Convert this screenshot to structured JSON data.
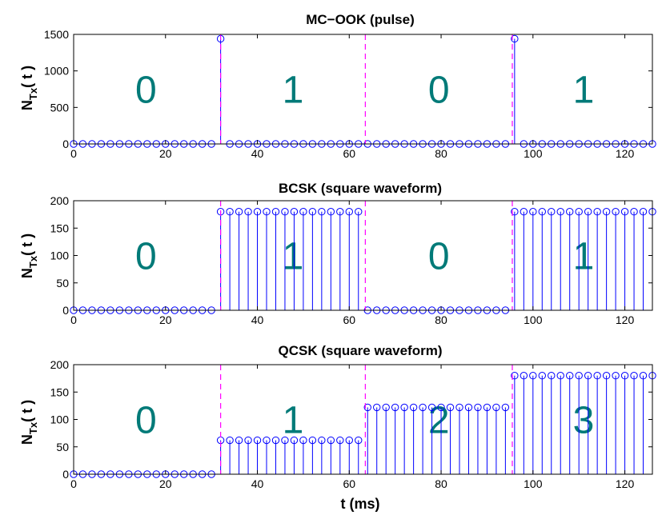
{
  "chart_data": [
    {
      "type": "stem",
      "title": "MC−OOK (pulse)",
      "xlabel": "",
      "ylabel": {
        "main": "N",
        "sub": "Tx",
        "suffix": "( t )"
      },
      "xlim": [
        0,
        126
      ],
      "ylim": [
        0,
        1500
      ],
      "xticks": [
        0,
        20,
        40,
        60,
        80,
        100,
        120
      ],
      "yticks": [
        0,
        500,
        1000,
        1500
      ],
      "symbol_boundaries": [
        32,
        63.5,
        95.5
      ],
      "symbols": [
        {
          "label": "0",
          "x_center": 15.75
        },
        {
          "label": "1",
          "x_center": 47.75
        },
        {
          "label": "0",
          "x_center": 79.5
        },
        {
          "label": "1",
          "x_center": 111
        }
      ],
      "stems": {
        "x_start": 0,
        "x_end": 126,
        "step": 2,
        "segments": [
          {
            "from": 0,
            "to": 31,
            "value": 0
          },
          {
            "from": 32,
            "to": 32,
            "value": 1440
          },
          {
            "from": 33,
            "to": 95,
            "value": 0
          },
          {
            "from": 96,
            "to": 96,
            "value": 1440
          },
          {
            "from": 97,
            "to": 126,
            "value": 0
          }
        ]
      },
      "colors": {
        "stem": "#0000ff",
        "boundary": "#ff00ff",
        "symbol_text": "#007a78"
      }
    },
    {
      "type": "stem",
      "title": "BCSK (square waveform)",
      "xlabel": "",
      "ylabel": {
        "main": "N",
        "sub": "Tx",
        "suffix": "( t )"
      },
      "xlim": [
        0,
        126
      ],
      "ylim": [
        0,
        200
      ],
      "xticks": [
        0,
        20,
        40,
        60,
        80,
        100,
        120
      ],
      "yticks": [
        0,
        50,
        100,
        150,
        200
      ],
      "symbol_boundaries": [
        32,
        63.5,
        95.5
      ],
      "symbols": [
        {
          "label": "0",
          "x_center": 15.75
        },
        {
          "label": "1",
          "x_center": 47.75
        },
        {
          "label": "0",
          "x_center": 79.5
        },
        {
          "label": "1",
          "x_center": 111
        }
      ],
      "stems": {
        "x_start": 0,
        "x_end": 126,
        "step": 2,
        "segments": [
          {
            "from": 0,
            "to": 31,
            "value": 0
          },
          {
            "from": 32,
            "to": 63,
            "value": 180
          },
          {
            "from": 64,
            "to": 95,
            "value": 0
          },
          {
            "from": 96,
            "to": 126,
            "value": 180
          }
        ]
      },
      "colors": {
        "stem": "#0000ff",
        "boundary": "#ff00ff",
        "symbol_text": "#007a78"
      }
    },
    {
      "type": "stem",
      "title": "QCSK (square waveform)",
      "xlabel": "t (ms)",
      "ylabel": {
        "main": "N",
        "sub": "Tx",
        "suffix": "( t )"
      },
      "xlim": [
        0,
        126
      ],
      "ylim": [
        0,
        200
      ],
      "xticks": [
        0,
        20,
        40,
        60,
        80,
        100,
        120
      ],
      "yticks": [
        0,
        50,
        100,
        150,
        200
      ],
      "symbol_boundaries": [
        32,
        63.5,
        95.5
      ],
      "symbols": [
        {
          "label": "0",
          "x_center": 15.75
        },
        {
          "label": "1",
          "x_center": 47.75
        },
        {
          "label": "2",
          "x_center": 79.5
        },
        {
          "label": "3",
          "x_center": 111
        }
      ],
      "stems": {
        "x_start": 0,
        "x_end": 126,
        "step": 2,
        "segments": [
          {
            "from": 0,
            "to": 31,
            "value": 0
          },
          {
            "from": 32,
            "to": 63,
            "value": 62
          },
          {
            "from": 64,
            "to": 95,
            "value": 122
          },
          {
            "from": 96,
            "to": 126,
            "value": 180
          }
        ]
      },
      "colors": {
        "stem": "#0000ff",
        "boundary": "#ff00ff",
        "symbol_text": "#007a78"
      }
    }
  ]
}
